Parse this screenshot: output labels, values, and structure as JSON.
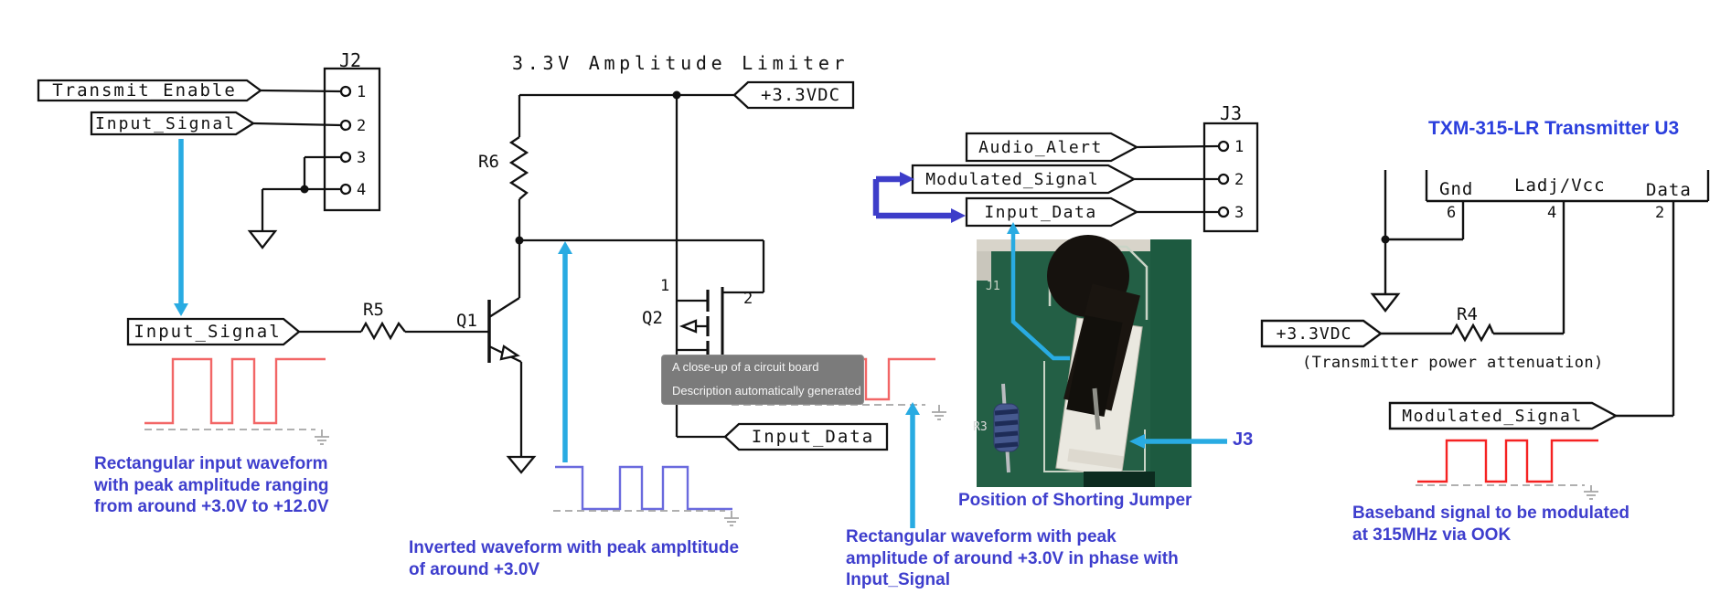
{
  "titles": {
    "limiter": "3.3V Amplitude Limiter",
    "txm": "TXM-315-LR Transmitter U3"
  },
  "nets": {
    "transmit_enable": "Transmit_Enable",
    "input_signal": "Input_Signal",
    "vdc": "+3.3VDC",
    "input_data": "Input_Data",
    "audio_alert": "Audio_Alert",
    "modulated_signal": "Modulated_Signal"
  },
  "components": {
    "r4": "R4",
    "r5": "R5",
    "r6": "R6",
    "q1": "Q1",
    "q2": "Q2",
    "q2_pin1": "1",
    "q2_pin2": "2"
  },
  "j2": {
    "ref": "J2",
    "pins": [
      "1",
      "2",
      "3",
      "4"
    ]
  },
  "j3": {
    "ref": "J3",
    "pins": [
      "1",
      "2",
      "3"
    ]
  },
  "txm": {
    "pin_gnd": "Gnd",
    "pin_ladj": "Ladj/Vcc",
    "pin_data": "Data",
    "num6": "6",
    "num4": "4",
    "num2": "2",
    "note": "(Transmitter power attenuation)"
  },
  "tooltip": {
    "line1": "A close-up of a circuit board",
    "line2": "Description automatically generated"
  },
  "photo": {
    "silk_j1": "J1",
    "silk_r3": "R3",
    "caption": "Position of Shorting Jumper",
    "j3_pointer": "J3"
  },
  "annotations": {
    "input_wave": [
      "Rectangular input waveform",
      "with peak amplitude ranging",
      "from around +3.0V to +12.0V"
    ],
    "inverted_wave": [
      "Inverted waveform with peak ampltitude",
      "of around +3.0V"
    ],
    "inphase_wave": [
      "Rectangular waveform with peak",
      "amplitude of around +3.0V in phase with",
      "Input_Signal"
    ],
    "baseband": [
      "Baseband signal to be modulated",
      "at 315MHz via OOK"
    ]
  },
  "colors": {
    "cyan_arrow": "#29abe2",
    "annotation_blue": "#3e3ecd",
    "txm_title_blue": "#2b3fdd",
    "elbow_blue": "#3d3dc9",
    "wave_red": "#f26666",
    "wave_red_bright": "#f52222",
    "wave_blue": "#6a6ade",
    "schematic_black": "#111111",
    "pcb_green": "#235f45"
  }
}
